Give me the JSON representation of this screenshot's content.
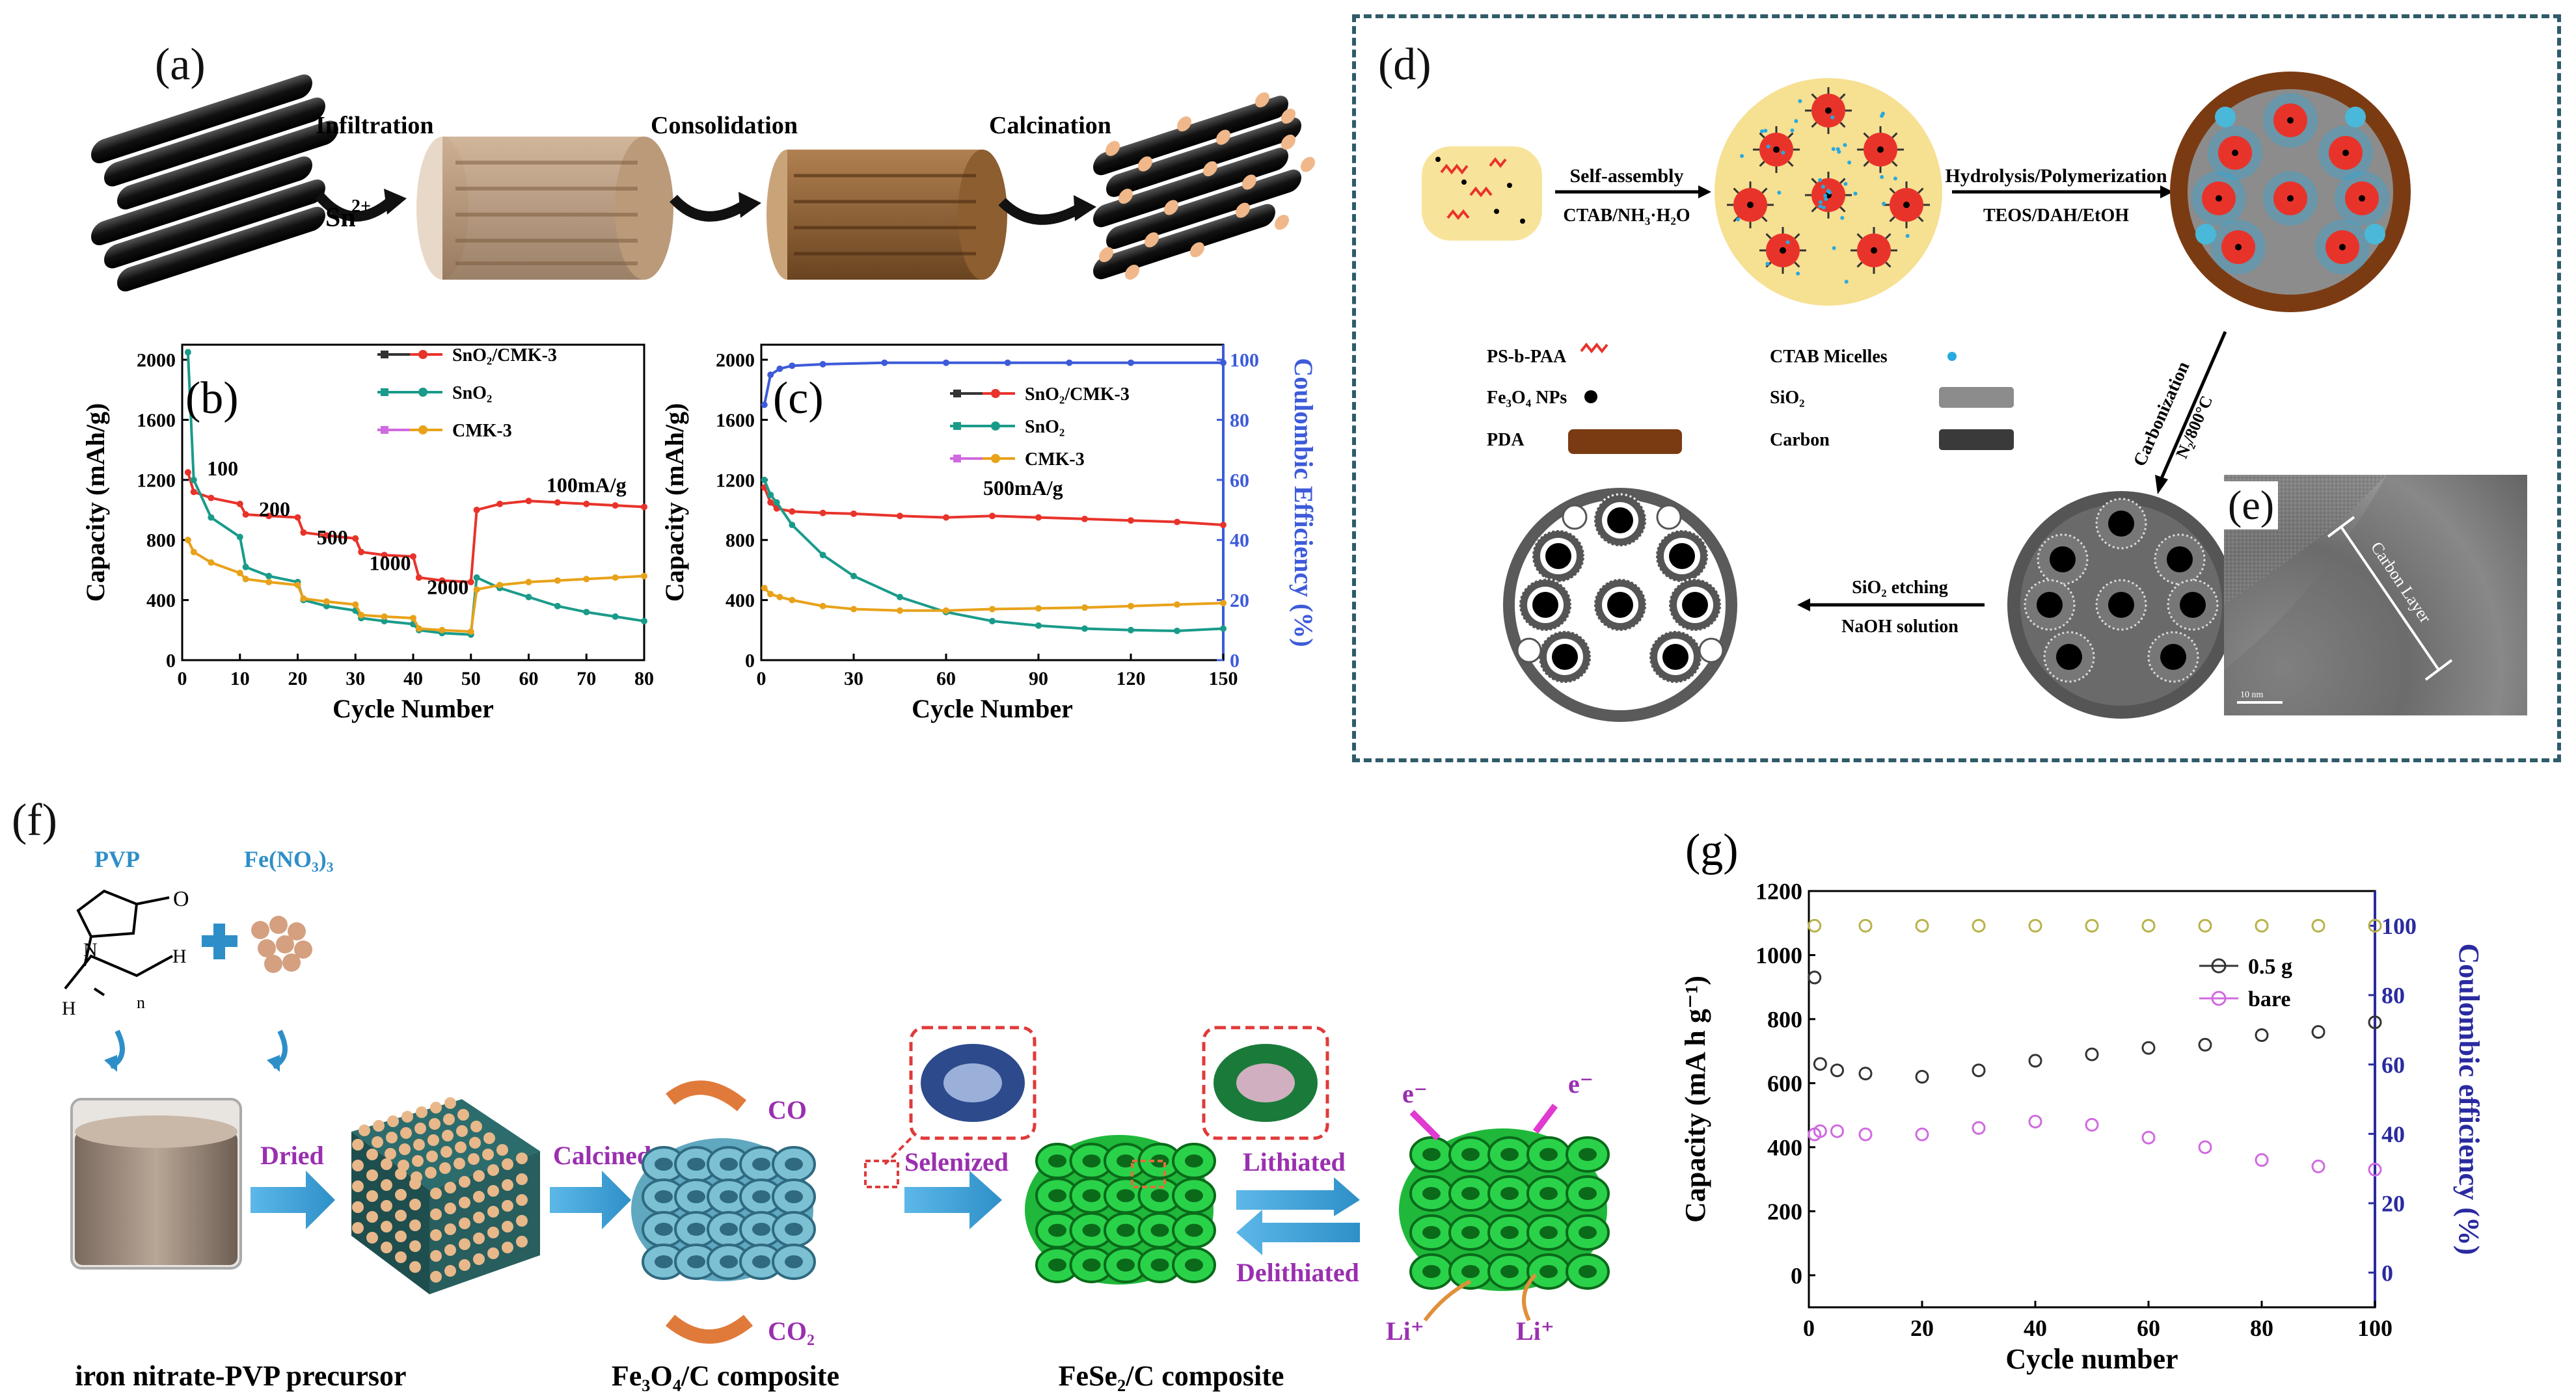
{
  "panels": {
    "a": {
      "letter": "(a)",
      "steps": [
        "Infiltration",
        "Consolidation",
        "Calcination"
      ],
      "ion": "Sn",
      "ion_charge": "2+"
    },
    "d": {
      "letter": "(d)",
      "arrow1_top": "Self-assembly",
      "arrow1_bottom": "CTAB/NH₃·H₂O",
      "arrow2_top": "Hydrolysis/Polymerization",
      "arrow2_bottom": "TEOS/DAH/EtOH",
      "arrow3_top": "Carbonization",
      "arrow3_bottom": "N₂/800°C",
      "arrow4_top": "SiO₂ etching",
      "arrow4_bottom": "NaOH solution",
      "legend": [
        {
          "label": "PS-b-PAA",
          "color": "#e8332b"
        },
        {
          "label": "CTAB Micelles",
          "color": "#29a9e0"
        },
        {
          "label": "Fe₃O₄ NPs",
          "color": "#000000"
        },
        {
          "label": "SiO₂",
          "color": "#8c8c8c"
        },
        {
          "label": "PDA",
          "color": "#7b3b12"
        },
        {
          "label": "Carbon",
          "color": "#3a3a3a"
        }
      ]
    },
    "e": {
      "letter": "(e)",
      "annotation": "Carbon Layer",
      "scale_bar": "10 nm"
    },
    "f": {
      "letter": "(f)",
      "reagent1": "PVP",
      "reagent2": "Fe(NO₃)₃",
      "molecule_labels": {
        "o": "O",
        "n": "N",
        "h": "H",
        "sub": "n"
      },
      "steps": [
        "Dried",
        "Calcined",
        "Selenized",
        "Lithiated",
        "Delithiated"
      ],
      "gas_top": "CO",
      "gas_bottom": "CO₂",
      "electron": "e⁻",
      "lithium": "Li⁺",
      "captions": [
        "iron nitrate-PVP precursor",
        "Fe₃O₄/C composite",
        "FeSe₂/C composite"
      ]
    }
  },
  "colors": {
    "red_series": "#e8332b",
    "black_series": "#333333",
    "teal_series": "#1a9b8a",
    "orange_series": "#e8a21a",
    "pink_series": "#d06ae0",
    "blue_axis": "#3d5bd9",
    "nav_blue": "#2a2aa0",
    "olive": "#b8b24a"
  },
  "chart_data": [
    {
      "panel": "b",
      "letter": "(b)",
      "type": "line",
      "xlabel": "Cycle  Number",
      "ylabel": "Capacity (mAh/g)",
      "xlim": [
        0,
        80
      ],
      "ylim": [
        0,
        2100
      ],
      "xticks": [
        0,
        10,
        20,
        30,
        40,
        50,
        60,
        70,
        80
      ],
      "yticks": [
        0,
        400,
        800,
        1200,
        1600,
        2000
      ],
      "legend": [
        "SnO₂/CMK-3",
        "SnO₂",
        "CMK-3"
      ],
      "annotations": [
        "100",
        "200",
        "500",
        "1000",
        "2000",
        "100mA/g"
      ],
      "series": [
        {
          "name": "SnO₂/CMK-3",
          "x": [
            1,
            2,
            5,
            10,
            11,
            15,
            20,
            21,
            25,
            30,
            31,
            35,
            40,
            41,
            45,
            50,
            51,
            55,
            60,
            65,
            70,
            75,
            80
          ],
          "y": [
            1250,
            1120,
            1080,
            1040,
            970,
            960,
            950,
            850,
            830,
            810,
            720,
            700,
            690,
            550,
            530,
            520,
            1000,
            1040,
            1060,
            1050,
            1040,
            1030,
            1020
          ]
        },
        {
          "name": "SnO₂",
          "x": [
            1,
            2,
            5,
            10,
            11,
            15,
            20,
            21,
            25,
            30,
            31,
            35,
            40,
            41,
            45,
            50,
            51,
            55,
            60,
            65,
            70,
            75,
            80
          ],
          "y": [
            2050,
            1200,
            950,
            820,
            620,
            560,
            520,
            400,
            360,
            330,
            280,
            260,
            240,
            200,
            180,
            170,
            550,
            480,
            420,
            360,
            320,
            290,
            260
          ]
        },
        {
          "name": "CMK-3",
          "x": [
            1,
            2,
            5,
            10,
            11,
            15,
            20,
            21,
            25,
            30,
            31,
            35,
            40,
            41,
            45,
            50,
            51,
            55,
            60,
            65,
            70,
            75,
            80
          ],
          "y": [
            800,
            720,
            650,
            580,
            540,
            520,
            500,
            410,
            390,
            370,
            300,
            290,
            280,
            210,
            200,
            190,
            470,
            500,
            520,
            530,
            540,
            550,
            560
          ]
        }
      ]
    },
    {
      "panel": "c",
      "letter": "(c)",
      "type": "line",
      "xlabel": "Cycle Number",
      "ylabel": "Capacity (mAh/g)",
      "y2label": "Coulombic Efficiency (%)",
      "xlim": [
        0,
        150
      ],
      "ylim": [
        0,
        2100
      ],
      "y2lim": [
        0,
        105
      ],
      "xticks": [
        0,
        30,
        60,
        90,
        120,
        150
      ],
      "yticks": [
        0,
        400,
        800,
        1200,
        1600,
        2000
      ],
      "y2ticks": [
        0,
        20,
        40,
        60,
        80,
        100
      ],
      "legend": [
        "SnO₂/CMK-3",
        "SnO₂",
        "CMK-3"
      ],
      "annotations": [
        "500mA/g"
      ],
      "series": [
        {
          "name": "SnO₂/CMK-3",
          "x": [
            1,
            3,
            5,
            10,
            20,
            30,
            45,
            60,
            75,
            90,
            105,
            120,
            135,
            150
          ],
          "y": [
            1150,
            1050,
            1010,
            990,
            980,
            975,
            960,
            950,
            960,
            950,
            940,
            930,
            920,
            900
          ]
        },
        {
          "name": "SnO₂",
          "x": [
            1,
            3,
            5,
            10,
            20,
            30,
            45,
            60,
            75,
            90,
            105,
            120,
            135,
            150
          ],
          "y": [
            1200,
            1100,
            1050,
            900,
            700,
            560,
            420,
            320,
            260,
            230,
            210,
            200,
            195,
            210
          ]
        },
        {
          "name": "CMK-3",
          "x": [
            1,
            3,
            6,
            10,
            20,
            30,
            45,
            60,
            75,
            90,
            105,
            120,
            135,
            150
          ],
          "y": [
            480,
            440,
            420,
            400,
            360,
            340,
            330,
            330,
            340,
            345,
            350,
            360,
            370,
            380
          ]
        },
        {
          "x": [
            1,
            3,
            6,
            10,
            20,
            40,
            60,
            80,
            100,
            120,
            150
          ],
          "y": [
            85,
            95,
            97,
            98,
            98.5,
            99,
            99,
            99,
            99,
            99,
            99
          ],
          "axis": "y2"
        }
      ]
    },
    {
      "panel": "g",
      "letter": "(g)",
      "type": "scatter",
      "xlabel": "Cycle number",
      "ylabel": "Capacity (mA h g⁻¹)",
      "y2label": "Coulombic efficiency (%)",
      "xlim": [
        0,
        100
      ],
      "ylim": [
        -100,
        1200
      ],
      "y2lim": [
        -10,
        110
      ],
      "xticks": [
        0,
        20,
        40,
        60,
        80,
        100
      ],
      "yticks": [
        0,
        200,
        400,
        600,
        800,
        1000,
        1200
      ],
      "y2ticks": [
        0,
        20,
        40,
        60,
        80,
        100
      ],
      "legend": [
        "0.5 g",
        "bare"
      ],
      "series": [
        {
          "name": "0.5 g",
          "x": [
            1,
            2,
            5,
            10,
            20,
            30,
            40,
            50,
            60,
            70,
            80,
            90,
            100
          ],
          "y": [
            930,
            660,
            640,
            630,
            620,
            640,
            670,
            690,
            710,
            720,
            750,
            760,
            790
          ]
        },
        {
          "name": "bare",
          "x": [
            1,
            2,
            5,
            10,
            20,
            30,
            40,
            50,
            60,
            70,
            80,
            90,
            100
          ],
          "y": [
            440,
            450,
            450,
            440,
            440,
            460,
            480,
            470,
            430,
            400,
            360,
            340,
            330
          ]
        },
        {
          "x": [
            1,
            10,
            20,
            30,
            40,
            50,
            60,
            70,
            80,
            90,
            100
          ],
          "y": [
            100,
            100,
            100,
            100,
            100,
            100,
            100,
            100,
            100,
            100,
            100
          ],
          "axis": "y2"
        }
      ]
    }
  ]
}
